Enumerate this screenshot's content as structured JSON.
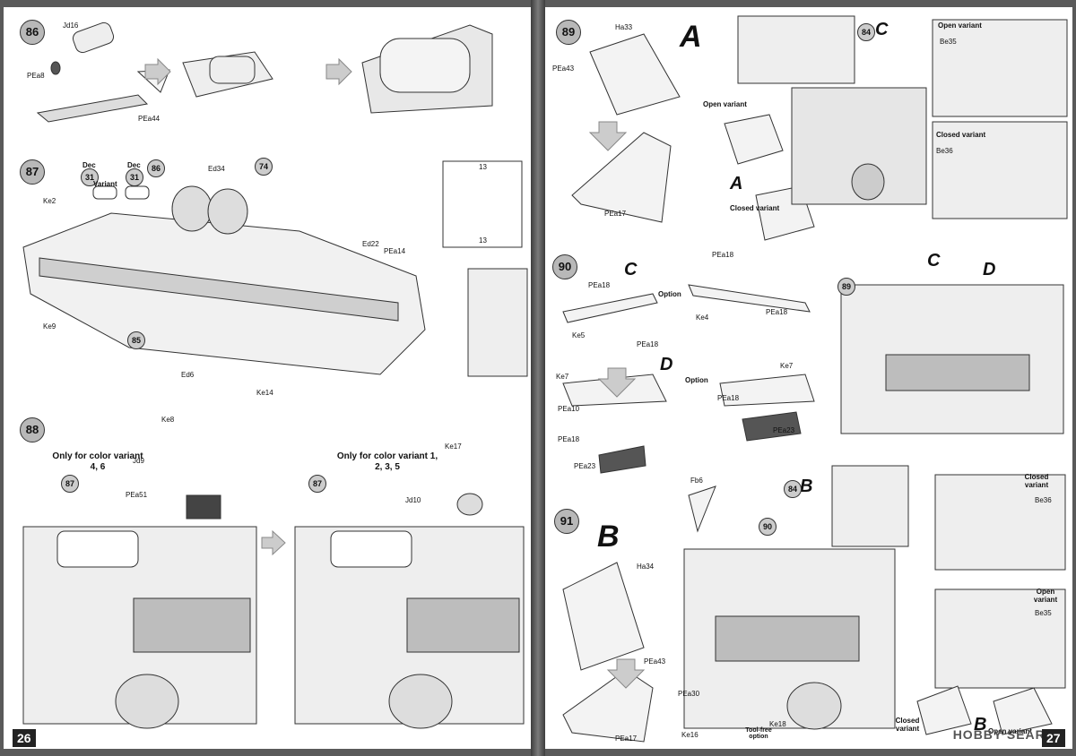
{
  "pages": {
    "left_number": "26",
    "right_number": "27"
  },
  "steps": {
    "s86": "86",
    "s87": "87",
    "s88": "88",
    "s89": "89",
    "s90": "90",
    "s91": "91"
  },
  "refs": {
    "r74": "74",
    "r85": "85",
    "r86": "86",
    "r87a": "87",
    "r87b": "87",
    "r89": "89",
    "r90": "90",
    "r84a": "84",
    "r84b": "84",
    "dec31a": "31",
    "dec31b": "31"
  },
  "letters": {
    "A1": "A",
    "A2": "A",
    "B1": "B",
    "B2": "B",
    "B3": "B",
    "C1": "C",
    "C2": "C",
    "C3": "C",
    "D1": "D",
    "D2": "D"
  },
  "parts": {
    "p86": [
      "Jd16",
      "PEa8",
      "PEa44"
    ],
    "p87": [
      "Dec",
      "Dec",
      "Variant",
      "Ke2",
      "Ed34",
      "Ed22",
      "PEa14",
      "Ke9",
      "Ed6",
      "Ke14",
      "13",
      "13"
    ],
    "p88": [
      "Ke8",
      "Jd9",
      "PEa51",
      "Ke17",
      "Jd10"
    ],
    "p89": [
      "Ha33",
      "PEa43",
      "PEa17",
      "Open variant",
      "Closed variant",
      "Open variant",
      "Be35",
      "Closed variant",
      "Be36"
    ],
    "p90": [
      "PEa18",
      "PEa18",
      "Option",
      "Ke4",
      "PEa18",
      "Ke5",
      "PEa18",
      "Ke7",
      "Option",
      "Ke7",
      "PEa18",
      "PEa10",
      "PEa18",
      "PEa23",
      "PEa23"
    ],
    "p91": [
      "Fb6",
      "Ha34",
      "PEa43",
      "PEa30",
      "Ke18",
      "Ke16",
      "PEa17",
      "Tool-free option",
      "Closed variant",
      "Be36",
      "Open variant",
      "Be35",
      "Closed variant",
      "Open variant"
    ]
  },
  "notes": {
    "color_46": "Only for color variant 4, 6",
    "color_1235": "Only for color variant 1, 2, 3, 5"
  },
  "watermark": "HOBBY SEARCH"
}
